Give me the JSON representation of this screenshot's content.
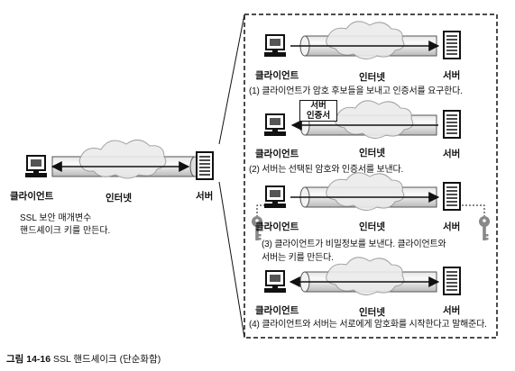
{
  "left_scene": {
    "client_label": "클라이언트",
    "internet_label": "인터넷",
    "server_label": "서버",
    "note_lines": [
      "SSL 보안 매개변수",
      "핸드셰이크 키를 만든다."
    ]
  },
  "steps": [
    {
      "client": "클라이언트",
      "internet": "인터넷",
      "server": "서버",
      "caption": "(1) 클라이언트가 암호 후보들을 보내고 인증서를 요구한다."
    },
    {
      "client": "클라이언트",
      "internet": "인터넷",
      "server": "서버",
      "badge_line1": "서버",
      "badge_line2": "인증서",
      "caption": "(2) 서버는 선택된 암호와 인증서를 보낸다."
    },
    {
      "client": "클라이언트",
      "internet": "인터넷",
      "server": "서버",
      "caption_line1": "(3) 클라이언트가 비밀정보를 보낸다. 클라이언트와",
      "caption_line2": "서버는 키를 만든다."
    },
    {
      "client": "클라이언트",
      "internet": "인터넷",
      "server": "서버",
      "caption": "(4) 클라이언트와 서버는 서로에게 암호화를 시작한다고 말해준다."
    }
  ],
  "figure_caption": {
    "number": "그림 14-16",
    "text": "SSL 핸드셰이크 (단순화함)"
  }
}
